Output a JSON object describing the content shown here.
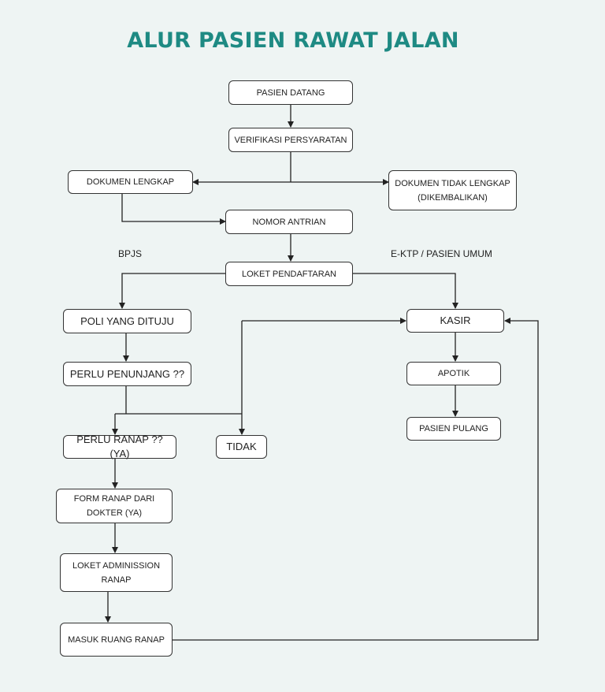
{
  "title": "ALUR PASIEN RAWAT JALAN",
  "labels": {
    "bpjs": "BPJS",
    "ektp": "E-KTP / PASIEN UMUM"
  },
  "nodes": {
    "pasien_datang": "PASIEN  DATANG",
    "verifikasi": "VERIFIKASI PERSYARATAN",
    "dokumen_lengkap": "DOKUMEN LENGKAP",
    "dokumen_tidak_lengkap": "DOKUMEN TIDAK LENGKAP\n(DIKEMBALIKAN)",
    "nomor_antrian": "NOMOR ANTRIAN",
    "loket_pendaftaran": "LOKET PENDAFTARAN",
    "poli": "POLI YANG DITUJU",
    "perlu_penunjang": "PERLU PENUNJANG ??",
    "perlu_ranap": "PERLU RANAP ?? (YA)",
    "tidak": "TIDAK",
    "form_ranap": "FORM RANAP DARI\nDOKTER (YA)",
    "loket_admin": "LOKET ADMINISSION\nRANAP",
    "masuk_ranap": "MASUK RUANG RANAP",
    "kasir": "KASIR",
    "apotik": "APOTIK",
    "pasien_pulang": "PASIEN  PULANG"
  },
  "colors": {
    "title": "#1e8a83",
    "background": "#eef4f3",
    "line": "#222222"
  }
}
